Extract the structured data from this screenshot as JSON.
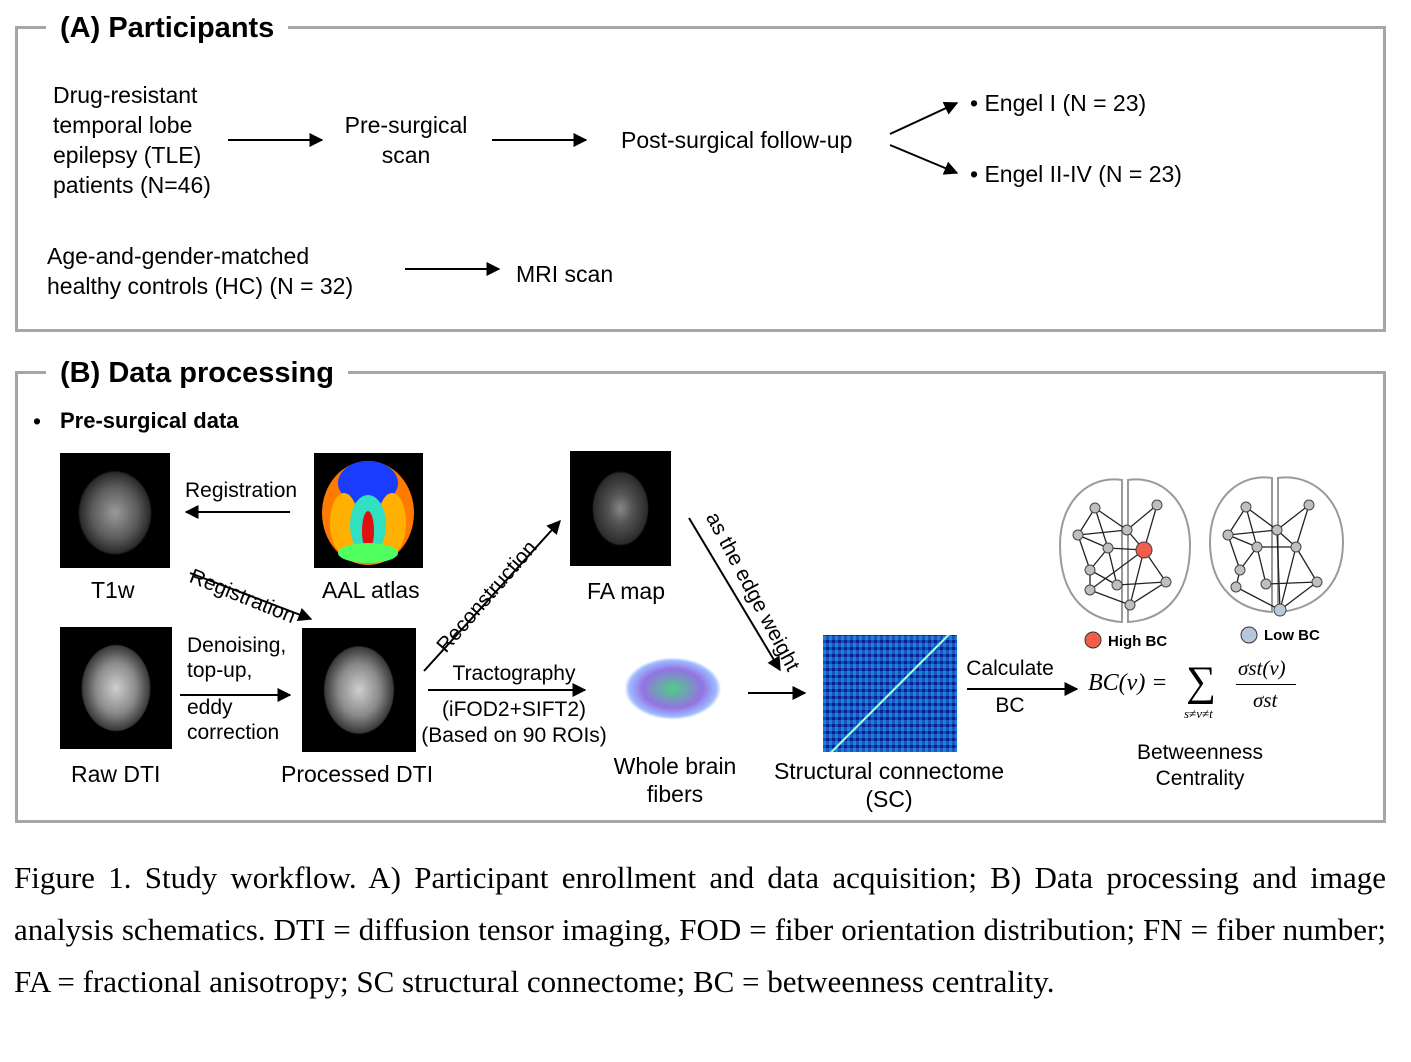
{
  "section_a": {
    "title": "(A) Participants",
    "tle_patients": [
      "Drug-resistant",
      "temporal lobe",
      "epilepsy (TLE)",
      "patients (N=46)"
    ],
    "pre_surgical_scan": [
      "Pre-surgical",
      "scan"
    ],
    "follow_up": "Post-surgical follow-up",
    "outcomes": [
      "• Engel I (N = 23)",
      "• Engel II-IV (N = 23)"
    ],
    "controls": [
      "Age-and-gender-matched",
      "healthy controls (HC) (N = 32)"
    ],
    "mri_scan": "MRI scan"
  },
  "section_b": {
    "title": "(B) Data processing",
    "bullet": "•",
    "subtitle": "Pre-surgical data",
    "labels": {
      "t1w": "T1w",
      "aal": "AAL atlas",
      "registration_top": "Registration",
      "registration_diag": "Registration",
      "raw_dti": "Raw DTI",
      "preproc": [
        "Denoising,",
        "top-up,",
        "eddy",
        "correction"
      ],
      "processed_dti": "Processed DTI",
      "reconstruction": "Reconstruction",
      "fa_map": "FA map",
      "edge_weight": "as the edge weight",
      "tractography": [
        "Tractography",
        "(iFOD2+SIFT2)",
        "(Based on 90 ROIs)"
      ],
      "fibers": [
        "Whole brain",
        "fibers"
      ],
      "sc": [
        "Structural connectome",
        "(SC)"
      ],
      "calc": [
        "Calculate",
        "BC"
      ],
      "high_bc": "High BC",
      "low_bc": "Low BC",
      "bc_title": [
        "Betweenness",
        "Centrality"
      ]
    },
    "formula": {
      "lhs": "BC(v) =",
      "sum": "∑",
      "sub": "s≠v≠t",
      "num": "σst(v)",
      "den": "σst"
    },
    "colors": {
      "high_bc": "#f25c4b",
      "low_bc": "#b8c8dc",
      "node": "#bfbfbf",
      "border": "#a6a6a6"
    }
  },
  "caption": "Figure 1. Study workflow. A) Participant enrollment and data acquisition; B) Data processing and image analysis schematics. DTI = diffusion tensor imaging, FOD = fiber orientation distribution; FN = fiber number; FA = fractional anisotropy; SC structural connectome; BC = betweenness centrality."
}
